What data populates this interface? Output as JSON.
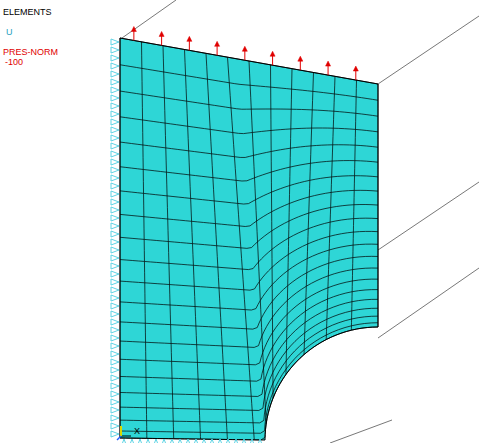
{
  "diagram": {
    "labels": [
      "ELEMENTS",
      "U",
      "PRES-NORM",
      "-100",
      "X"
    ]
  }
}
